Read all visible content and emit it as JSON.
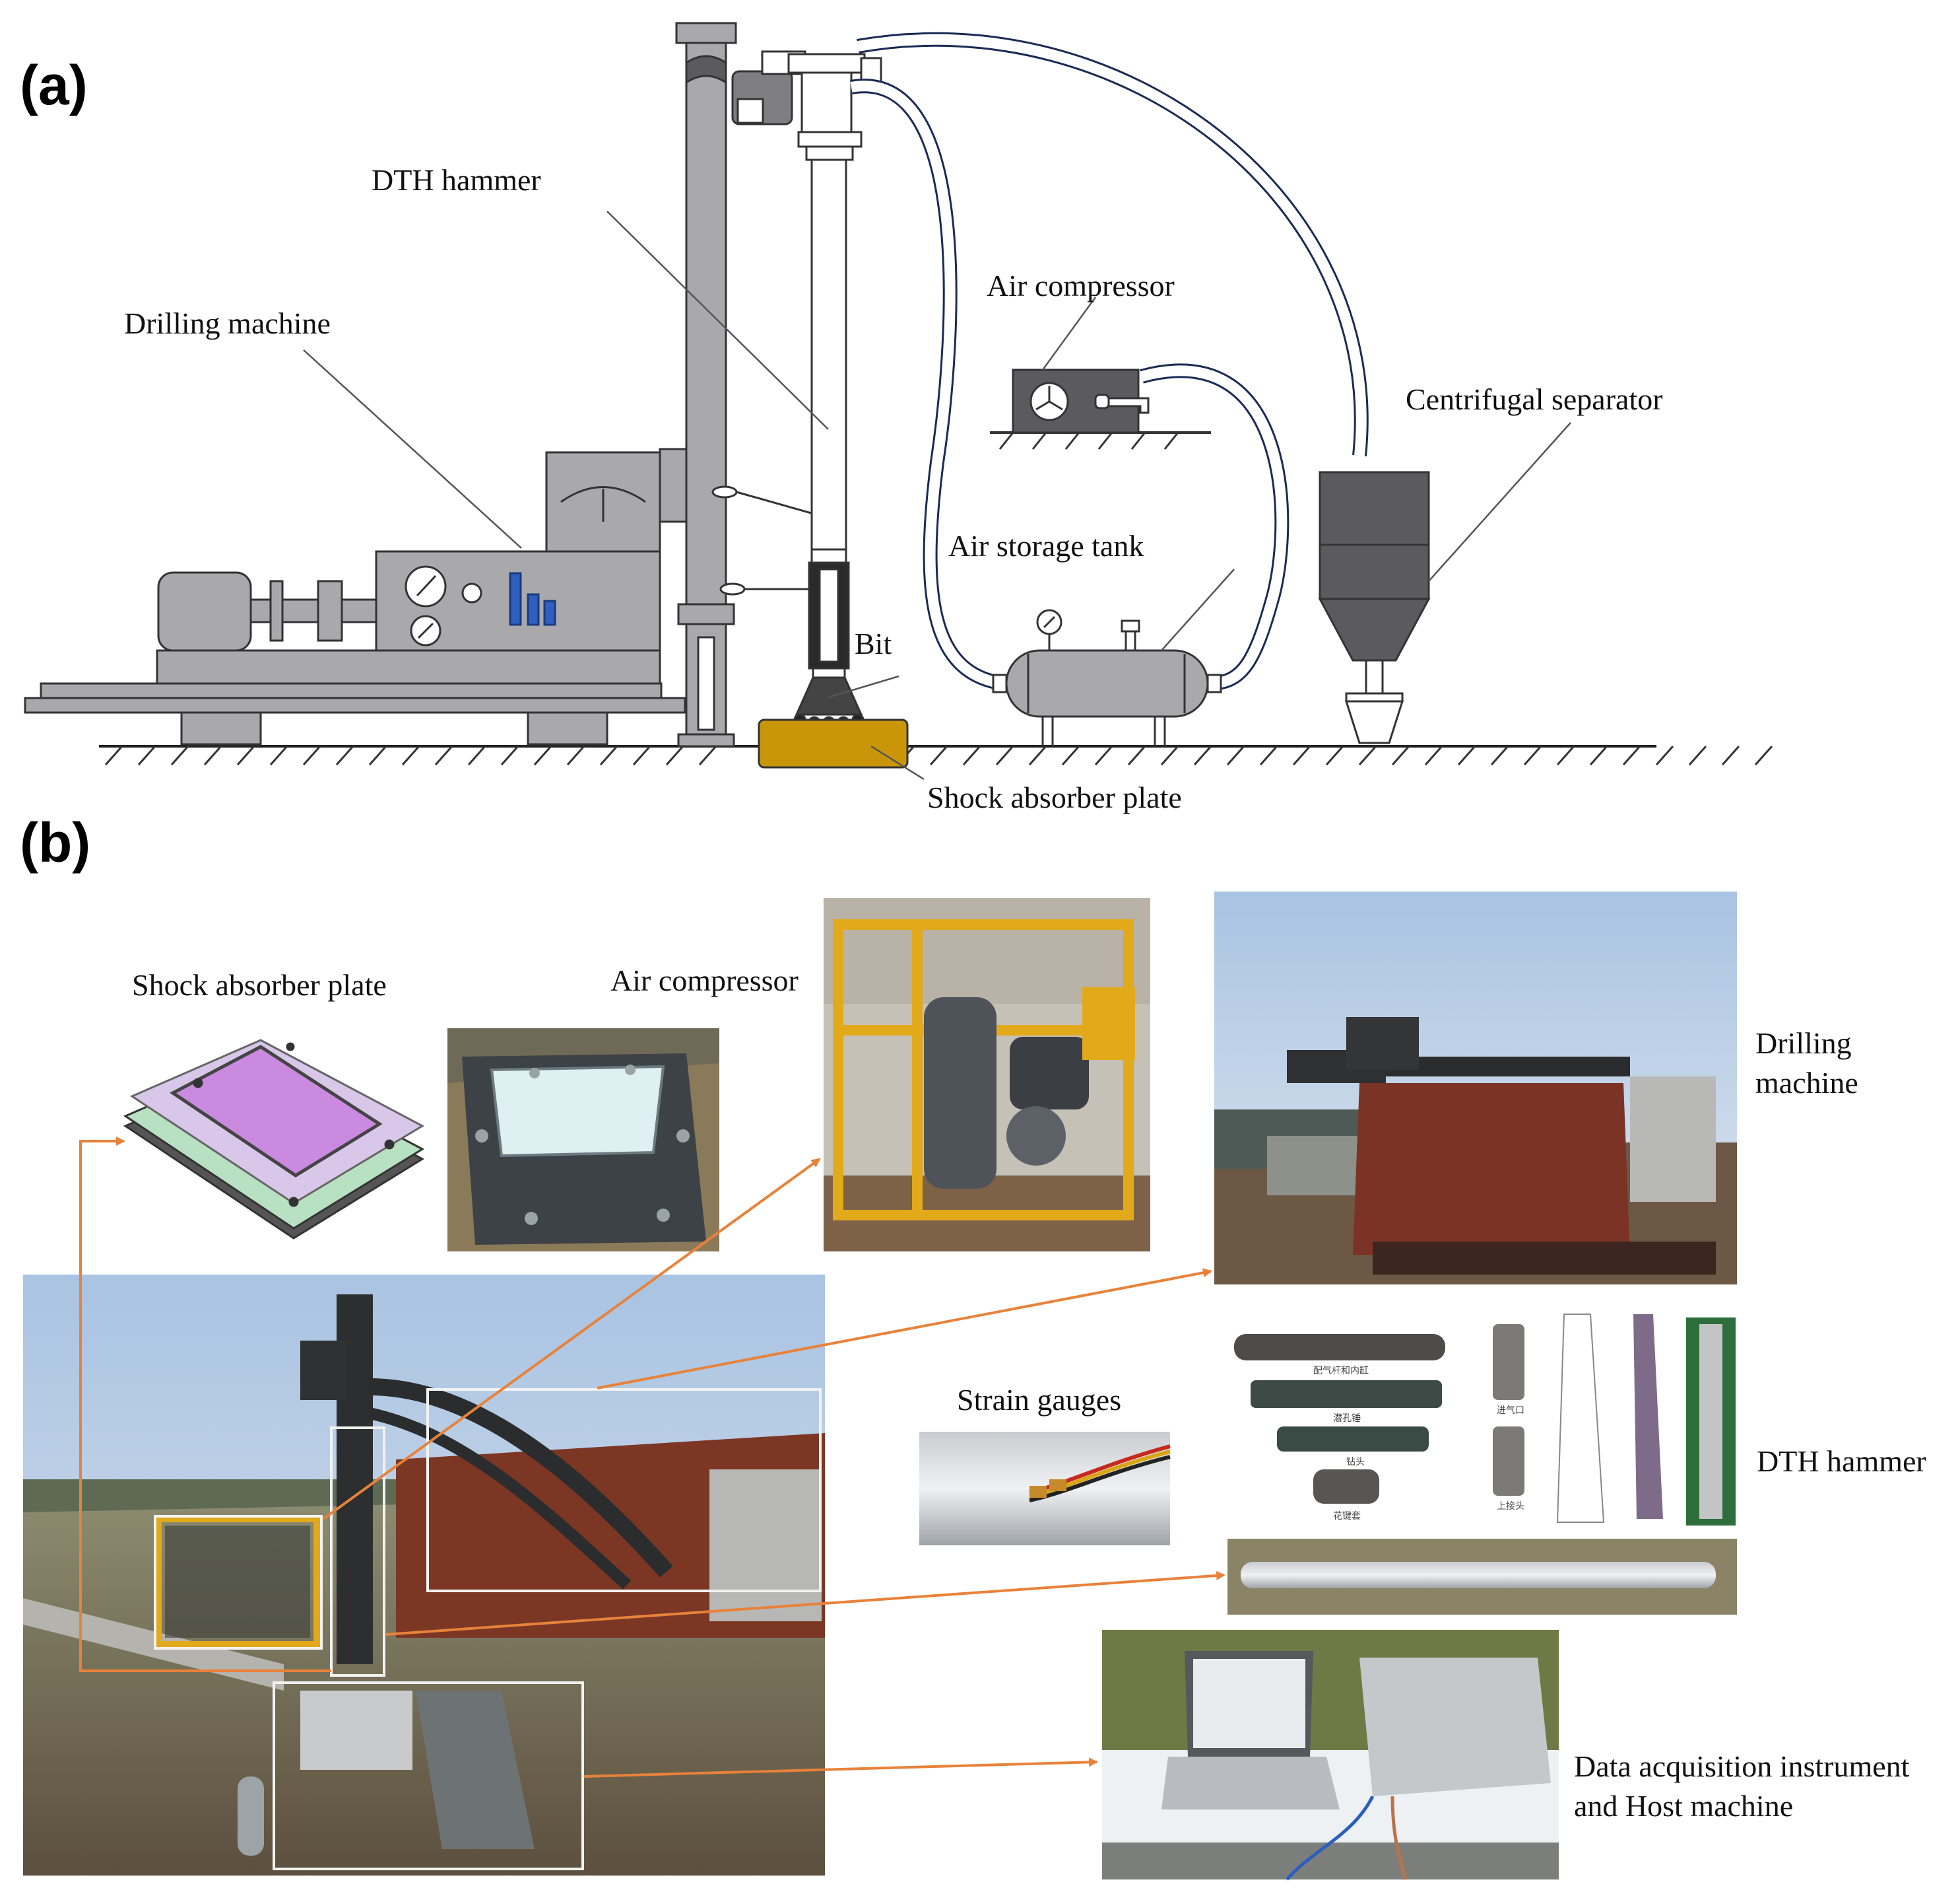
{
  "panel_a": {
    "letter": "(a)",
    "labels": {
      "dth_hammer": "DTH hammer",
      "drilling_machine": "Drilling machine",
      "air_compressor": "Air compressor",
      "centrifugal_separator": "Centrifugal separator",
      "air_storage_tank": "Air storage tank",
      "bit": "Bit",
      "shock_absorber_plate": "Shock absorber plate"
    }
  },
  "panel_b": {
    "letter": "(b)",
    "labels": {
      "shock_absorber_plate": "Shock absorber plate",
      "air_compressor": "Air compressor",
      "drilling_machine_1": "Drilling",
      "drilling_machine_2": "machine",
      "strain_gauges": "Strain gauges",
      "dth_hammer": "DTH hammer",
      "daq_1": "Data acquisition instrument",
      "daq_2": "and Host machine"
    },
    "part_labels": [
      "配气杆和内缸",
      "潜孔锤",
      "钻头",
      "花键套",
      "进气口",
      "上接头"
    ]
  },
  "colors": {
    "machine_gray": "#a9a9ab",
    "dark_gray": "#5b5b5d",
    "shock_plate": "#c9960a",
    "arrow_orange": "#e8823a",
    "gauge_blue": "#2f5fbf"
  }
}
